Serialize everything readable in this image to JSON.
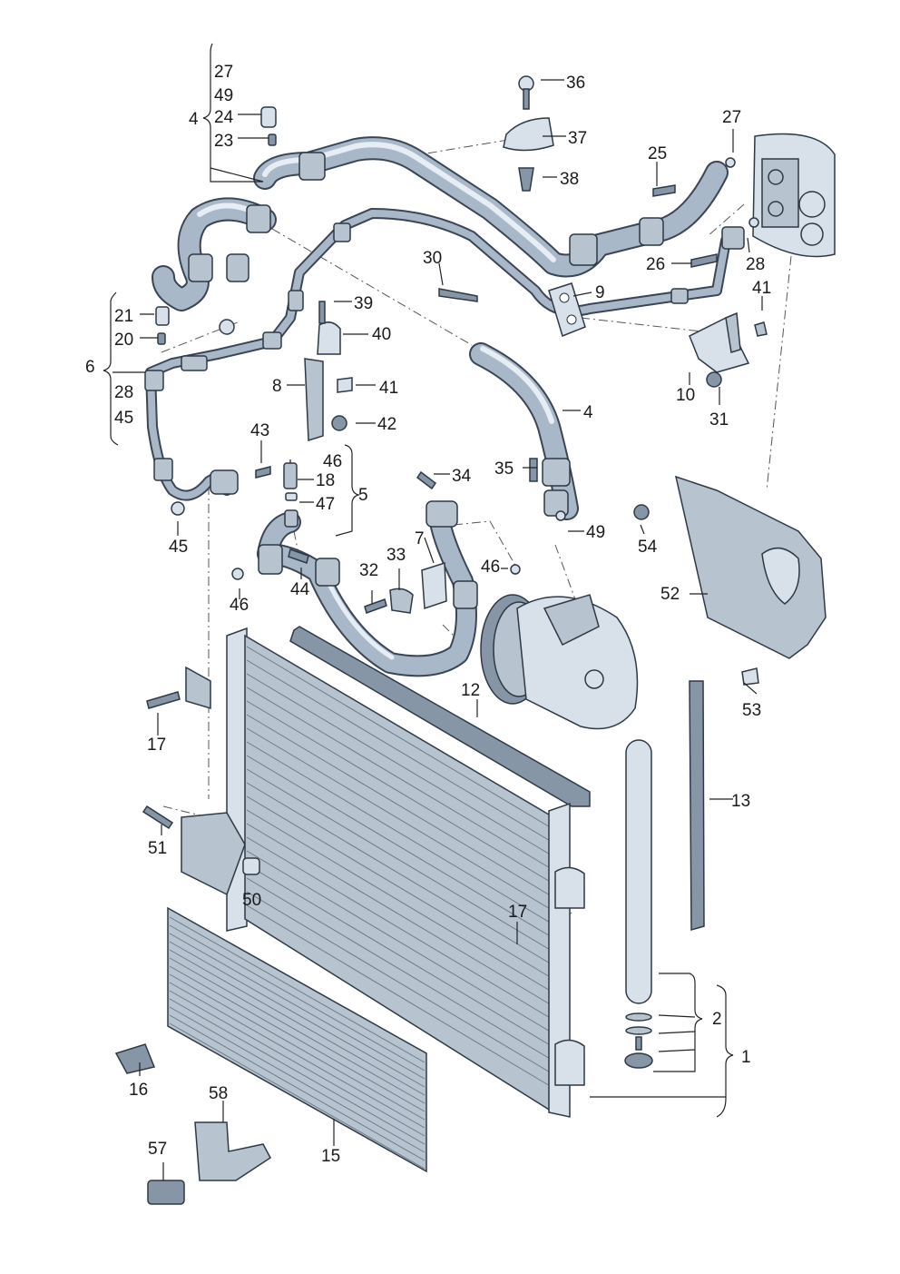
{
  "diagram": {
    "labels": [
      {
        "id": "l27a",
        "text": "27"
      },
      {
        "id": "l49a",
        "text": "49"
      },
      {
        "id": "l4a",
        "text": "4"
      },
      {
        "id": "l24",
        "text": "24"
      },
      {
        "id": "l23",
        "text": "23"
      },
      {
        "id": "l36",
        "text": "36"
      },
      {
        "id": "l37",
        "text": "37"
      },
      {
        "id": "l38",
        "text": "38"
      },
      {
        "id": "l27b",
        "text": "27"
      },
      {
        "id": "l25",
        "text": "25"
      },
      {
        "id": "l26",
        "text": "26"
      },
      {
        "id": "l28a",
        "text": "28"
      },
      {
        "id": "l30",
        "text": "30"
      },
      {
        "id": "l9",
        "text": "9"
      },
      {
        "id": "l41a",
        "text": "41"
      },
      {
        "id": "l21",
        "text": "21"
      },
      {
        "id": "l20",
        "text": "20"
      },
      {
        "id": "l6",
        "text": "6"
      },
      {
        "id": "l28b",
        "text": "28"
      },
      {
        "id": "l45a",
        "text": "45"
      },
      {
        "id": "l39",
        "text": "39"
      },
      {
        "id": "l40",
        "text": "40"
      },
      {
        "id": "l8",
        "text": "8"
      },
      {
        "id": "l41b",
        "text": "41"
      },
      {
        "id": "l42",
        "text": "42"
      },
      {
        "id": "l10",
        "text": "10"
      },
      {
        "id": "l31",
        "text": "31"
      },
      {
        "id": "l4b",
        "text": "4"
      },
      {
        "id": "l43",
        "text": "43"
      },
      {
        "id": "l46a",
        "text": "46"
      },
      {
        "id": "l18",
        "text": "18"
      },
      {
        "id": "l47",
        "text": "47"
      },
      {
        "id": "l5",
        "text": "5"
      },
      {
        "id": "l34",
        "text": "34"
      },
      {
        "id": "l35",
        "text": "35"
      },
      {
        "id": "l49b",
        "text": "49"
      },
      {
        "id": "l54",
        "text": "54"
      },
      {
        "id": "l45b",
        "text": "45"
      },
      {
        "id": "l7",
        "text": "7"
      },
      {
        "id": "l33",
        "text": "33"
      },
      {
        "id": "l32",
        "text": "32"
      },
      {
        "id": "l46b",
        "text": "46"
      },
      {
        "id": "l46c",
        "text": "46"
      },
      {
        "id": "l44",
        "text": "44"
      },
      {
        "id": "l52",
        "text": "52"
      },
      {
        "id": "l12",
        "text": "12"
      },
      {
        "id": "l53",
        "text": "53"
      },
      {
        "id": "l17a",
        "text": "17"
      },
      {
        "id": "l13",
        "text": "13"
      },
      {
        "id": "l51",
        "text": "51"
      },
      {
        "id": "l50",
        "text": "50"
      },
      {
        "id": "l17b",
        "text": "17"
      },
      {
        "id": "l2",
        "text": "2"
      },
      {
        "id": "l1",
        "text": "1"
      },
      {
        "id": "l16",
        "text": "16"
      },
      {
        "id": "l58",
        "text": "58"
      },
      {
        "id": "l57",
        "text": "57"
      },
      {
        "id": "l15",
        "text": "15"
      }
    ]
  }
}
